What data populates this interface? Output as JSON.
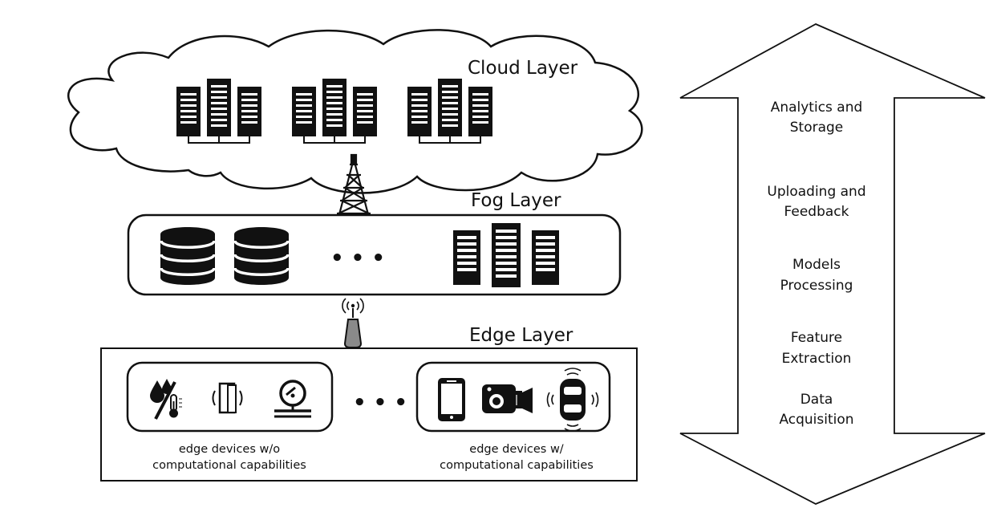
{
  "layers": {
    "cloud": {
      "title": "Cloud Layer",
      "server_groups": 3
    },
    "fog": {
      "title": "Fog Layer",
      "database_count": 2,
      "ellipsis": "• • •"
    },
    "edge": {
      "title": "Edge Layer",
      "ellipsis": "• • •",
      "group_without": {
        "caption_line1": "edge devices w/o",
        "caption_line2": "computational capabilities",
        "icons": [
          "humidity-temperature-icon",
          "door-sensor-icon",
          "pressure-gauge-icon"
        ]
      },
      "group_with": {
        "caption_line1": "edge devices w/",
        "caption_line2": "computational capabilities",
        "icons": [
          "smartphone-icon",
          "camera-icon",
          "autonomous-car-icon"
        ]
      }
    }
  },
  "pipeline": {
    "stages": [
      {
        "line1": "Analytics and",
        "line2": "Storage"
      },
      {
        "line1": "Uploading and",
        "line2": "Feedback"
      },
      {
        "line1": "Models",
        "line2": "Processing"
      },
      {
        "line1": "Feature",
        "line2": "Extraction"
      },
      {
        "line1": "Data",
        "line2": "Acquisition"
      }
    ]
  }
}
